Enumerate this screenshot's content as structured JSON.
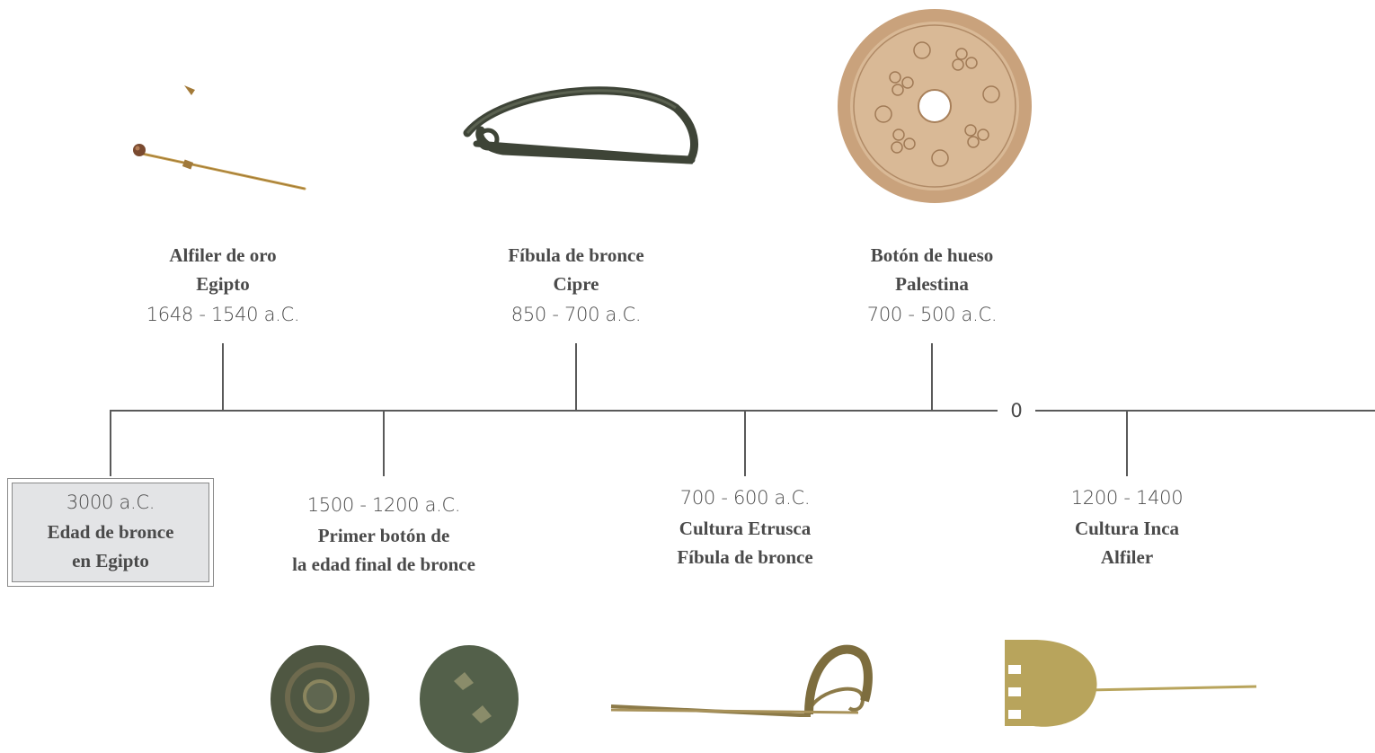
{
  "timeline": {
    "zero_label": "0",
    "origin": {
      "date": "3000 a.C.",
      "title_line1": "Edad de bronce",
      "title_line2": "en Egipto"
    },
    "above": [
      {
        "title_line1": "Alfiler de oro",
        "title_line2": "Egipto",
        "date": "1648 - 1540 a.C.",
        "image": "gold-pin-image"
      },
      {
        "title_line1": "Fíbula de bronce",
        "title_line2": "Cipre",
        "date": "850 - 700 a.C.",
        "image": "bronze-fibula-image"
      },
      {
        "title_line1": "Botón de hueso",
        "title_line2": "Palestina",
        "date": "700 - 500 a.C.",
        "image": "bone-button-image"
      }
    ],
    "below": [
      {
        "date": "1500 - 1200 a.C.",
        "title_line1": "Primer botón de",
        "title_line2": "la edad final de bronce",
        "image": "bronze-buttons-image"
      },
      {
        "date": "700 - 600 a.C.",
        "title_line1": "Cultura Etrusca",
        "title_line2": "Fíbula de bronce",
        "image": "etruscan-fibula-image"
      },
      {
        "date": "1200 - 1400",
        "title_line1": "Cultura Inca",
        "title_line2": "Alfiler",
        "image": "inca-pin-image"
      }
    ]
  },
  "colors": {
    "line": "#5a5a5a",
    "text": "#4a4a4a",
    "box_fill": "#e3e4e6"
  }
}
